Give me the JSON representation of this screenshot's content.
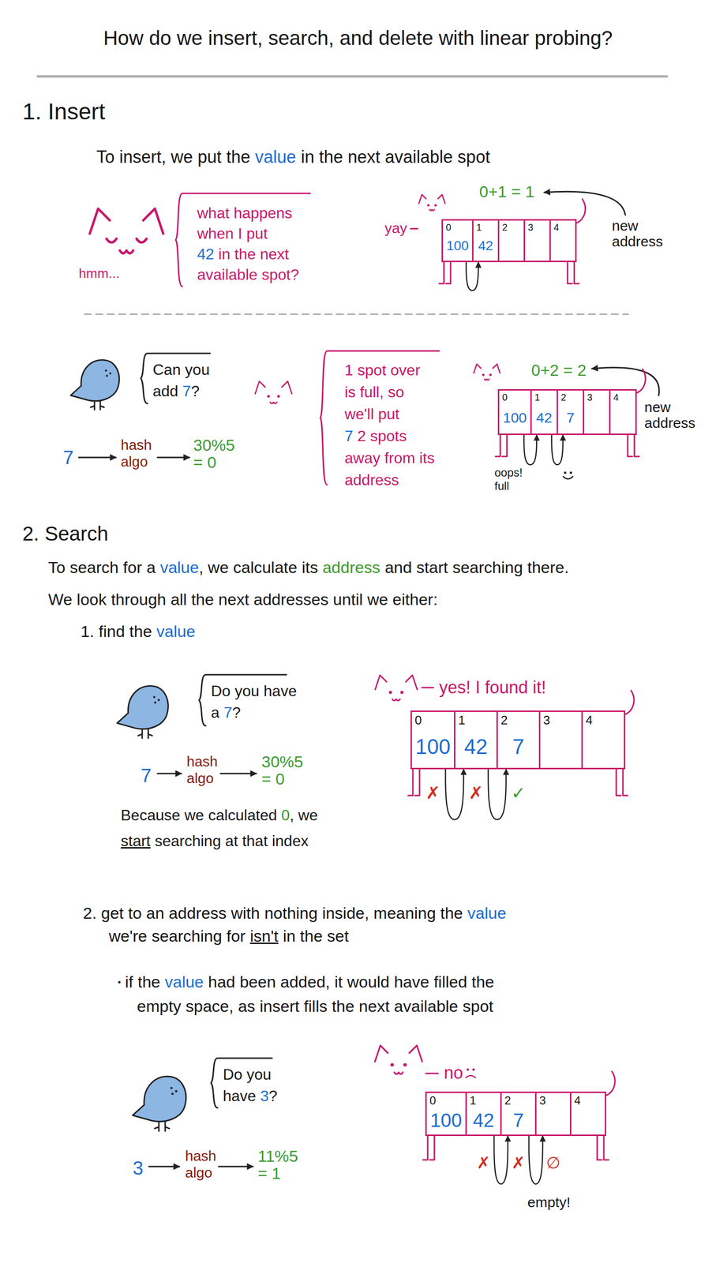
{
  "diagram": {
    "title": "How do we insert, search, and delete with linear probing?",
    "nodes": [
      {
        "text": [
          "0",
          "100"
        ]
      },
      {
        "text": [
          "1",
          "42"
        ]
      },
      {
        "text": [
          "2"
        ]
      },
      {
        "text": [
          "3"
        ]
      },
      {
        "text": [
          "4"
        ]
      },
      {
        "text": [
          "0",
          "100"
        ]
      },
      {
        "text": [
          "1",
          "42"
        ]
      },
      {
        "text": [
          "2",
          "7"
        ]
      },
      {
        "text": [
          "3"
        ]
      },
      {
        "text": [
          "4"
        ]
      },
      {
        "text": [
          "0",
          "100"
        ]
      },
      {
        "text": [
          "1",
          "42"
        ]
      },
      {
        "text": [
          "2",
          "7"
        ]
      },
      {
        "text": [
          "3"
        ]
      },
      {
        "text": [
          "4"
        ]
      },
      {
        "text": [
          "0",
          "100"
        ]
      },
      {
        "text": [
          "1",
          "42"
        ]
      },
      {
        "text": [
          "2",
          "7"
        ]
      },
      {
        "text": [
          "3"
        ]
      },
      {
        "text": [
          "4"
        ]
      }
    ],
    "edges": [
      {
        "from": 0,
        "to": 1,
        "arrow": "to"
      },
      {
        "from": 5,
        "to": 6,
        "arrow": "to"
      },
      {
        "from": 6,
        "to": 7,
        "arrow": "to"
      },
      {
        "from": 10,
        "to": 11,
        "arrow": "to"
      },
      {
        "from": 11,
        "to": 12,
        "arrow": "to"
      },
      {
        "from": 16,
        "to": 17,
        "arrow": "to"
      },
      {
        "from": 17,
        "to": 18,
        "arrow": "to"
      }
    ],
    "labels": [
      "1. Insert",
      "To insert, we put the",
      "value",
      "in the next available spot",
      "hmm...",
      "what happens when I put",
      "42",
      "in the next available spot?",
      "yay",
      "0+1 = 1",
      "new address",
      "Can you add",
      "7",
      "?",
      "7",
      "hash algo",
      "30%5 = 0",
      "1 spot over is full, so we'll put",
      "7",
      "2 spots away from its address",
      "0+2 = 2",
      "new address",
      "oops! full",
      "2. Search",
      "To search for a",
      "value",
      ", we calculate its",
      "address",
      "and start searching there.",
      "We look through all the next addresses until we either:",
      "1. find the",
      "value",
      "Do you have a",
      "7",
      "?",
      "7",
      "hash algo",
      "30%5 = 0",
      "Because we calculated",
      "0",
      ", we",
      "start",
      "searching at that index",
      "yes! I found it!",
      "✗",
      "✗",
      "✓",
      "2. get to an address with nothing inside, meaning the",
      "value",
      "we're searching for",
      "isn't",
      "in the set",
      "if the",
      "value",
      "had been added, it would have filled the",
      "empty space, as insert fills the next available spot",
      "Do you have",
      "3",
      "?",
      "3",
      "hash algo",
      "11%5 = 1",
      "no",
      "✗",
      "✗",
      "∅",
      "empty!"
    ]
  }
}
